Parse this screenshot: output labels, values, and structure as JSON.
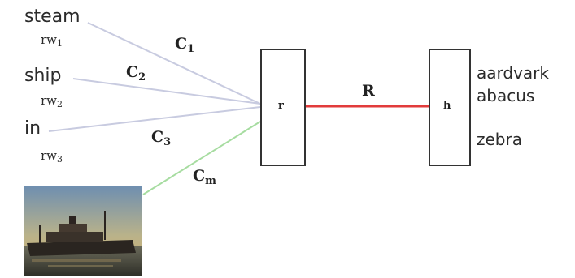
{
  "words": [
    {
      "id": "steam",
      "text": "steam",
      "rw_base": "rw",
      "rw_sub": "1"
    },
    {
      "id": "ship",
      "text": "ship",
      "rw_base": "rw",
      "rw_sub": "2"
    },
    {
      "id": "in",
      "text": "in",
      "rw_base": "rw",
      "rw_sub": "3"
    }
  ],
  "context_labels": [
    {
      "base": "C",
      "sub": "1"
    },
    {
      "base": "C",
      "sub": "2"
    },
    {
      "base": "C",
      "sub": "3"
    },
    {
      "base": "C",
      "sub": "m"
    }
  ],
  "input_box": {
    "label": "r"
  },
  "hidden_box": {
    "label": "h"
  },
  "relation_label": "R",
  "vocabulary": [
    "aardvark",
    "abacus",
    "zebra"
  ],
  "colors": {
    "word_wire": "#c8cbe0",
    "image_wire": "#a6dca0",
    "relation_wire": "#e23b3b",
    "box_border": "#333333"
  }
}
